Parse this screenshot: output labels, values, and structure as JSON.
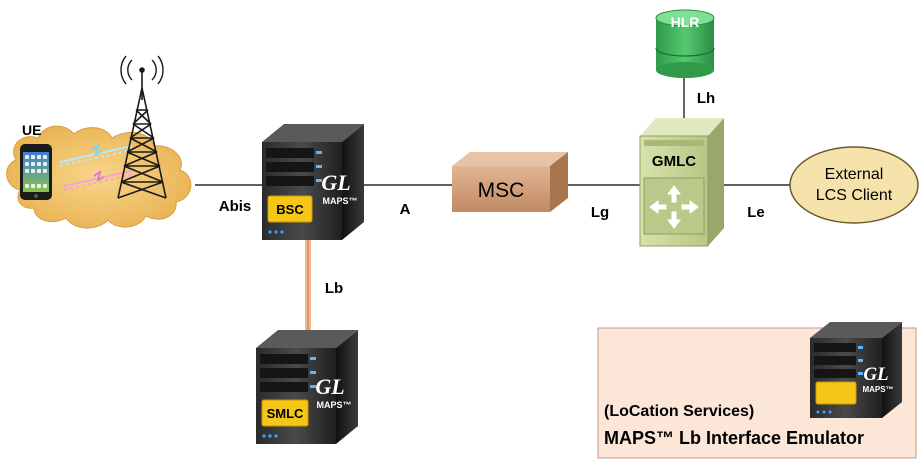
{
  "nodes": {
    "ue": "UE",
    "bsc": "BSC",
    "msc": "MSC",
    "gmlc": "GMLC",
    "hlr": "HLR",
    "smlc": "SMLC",
    "external_client_line1": "External",
    "external_client_line2": "LCS Client"
  },
  "interfaces": {
    "abis": "Abis",
    "a": "A",
    "lg": "Lg",
    "le": "Le",
    "lh": "Lh",
    "lb": "Lb"
  },
  "branding": {
    "gl": "GL",
    "maps": "MAPS™"
  },
  "legend": {
    "line1": "(LoCation Services)",
    "line2": "MAPS™ Lb Interface Emulator"
  },
  "colors": {
    "cloud": "#f2c56a",
    "msc_box": "#d4a27f",
    "gmlc_box": "#c6d39a",
    "hlr": "#3fb45b",
    "external_ellipse": "#f6e3ab",
    "legend_box": "#fbe6d8",
    "lb_link": "#f3b58f",
    "bsc_label": "#f5c518"
  }
}
